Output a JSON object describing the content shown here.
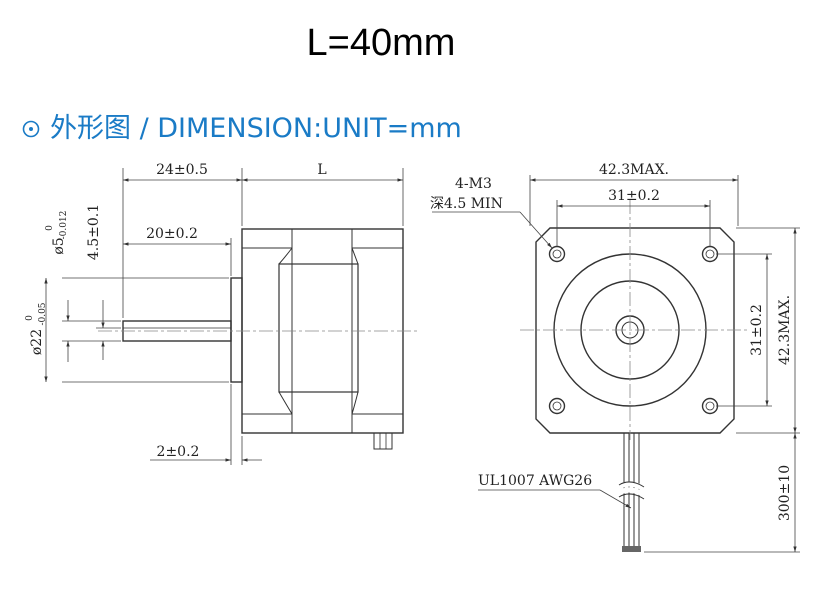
{
  "title": "L=40mm",
  "heading": {
    "icon": "target-icon",
    "text": "外形图 / DIMENSION:UNIT=mm"
  },
  "side_view": {
    "dim_flange_length": "24±0.5",
    "dim_body_length": "L",
    "dim_shaft_flat": "20±0.2",
    "dim_flat_depth": "4.5±0.1",
    "dim_shaft_dia": "ø5",
    "dim_shaft_tol_upper": "0",
    "dim_shaft_tol_lower": "-0.012",
    "dim_pilot_dia": "ø22",
    "dim_pilot_tol_upper": "0",
    "dim_pilot_tol_lower": "-0.05",
    "dim_pilot_height": "2±0.2"
  },
  "front_view": {
    "dim_width": "42.3MAX.",
    "dim_hole_pitch": "31±0.2",
    "dim_hole_pitch_v": "31±0.2",
    "dim_height": "42.3MAX.",
    "screw_spec": "4-M3",
    "screw_depth": "深4.5 MIN",
    "cable_spec": "UL1007 AWG26",
    "cable_length": "300±10"
  }
}
